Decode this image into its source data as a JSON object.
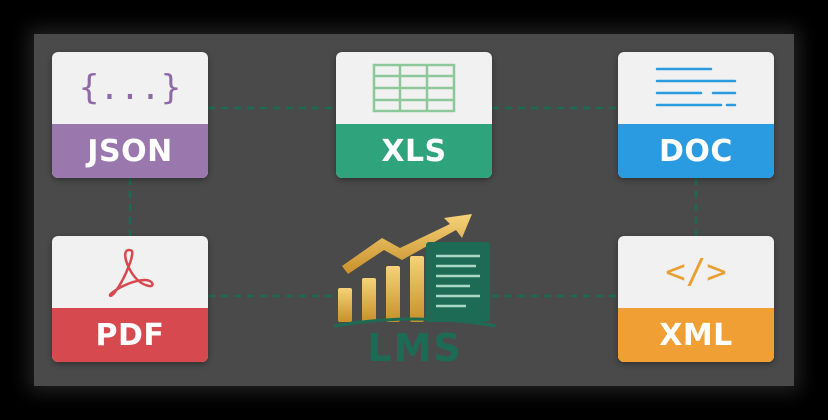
{
  "cards": {
    "json": {
      "label": "JSON",
      "icon": "curly-braces-icon",
      "glyph": "{...}",
      "color": "#9a78ad"
    },
    "xls": {
      "label": "XLS",
      "icon": "spreadsheet-grid-icon",
      "color": "#2fa37c"
    },
    "doc": {
      "label": "DOC",
      "icon": "document-lines-icon",
      "color": "#2a9be0"
    },
    "pdf": {
      "label": "PDF",
      "icon": "acrobat-icon",
      "color": "#d5494f"
    },
    "xml": {
      "label": "XML",
      "icon": "code-tag-icon",
      "glyph": "</>",
      "color": "#ef9f33"
    }
  },
  "logo": {
    "text": "LMS",
    "icon": "growth-chart-icon",
    "text_color": "#1e6b55"
  },
  "connector_color": "#1e6b55"
}
